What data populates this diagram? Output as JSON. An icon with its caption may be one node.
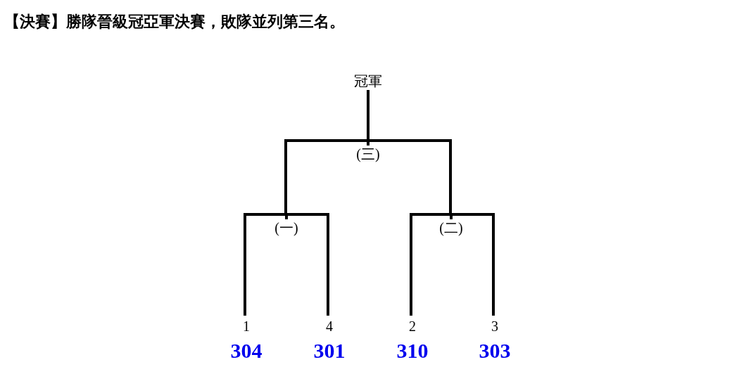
{
  "diagram": {
    "title": "【決賽】勝隊晉級冠亞軍決賽，敗隊並列第三名。",
    "nodes": [
      {
        "text": [
          "冠軍"
        ]
      },
      {
        "text": [
          "(三)"
        ]
      },
      {
        "text": [
          "(一)"
        ]
      },
      {
        "text": [
          "(二)"
        ]
      },
      {
        "text": [
          "1",
          "304"
        ]
      },
      {
        "text": [
          "4",
          "301"
        ]
      },
      {
        "text": [
          "2",
          "310"
        ]
      },
      {
        "text": [
          "3",
          "303"
        ]
      }
    ],
    "edges": [
      {
        "from": 4,
        "to": 2,
        "arrow": "none"
      },
      {
        "from": 5,
        "to": 2,
        "arrow": "none"
      },
      {
        "from": 6,
        "to": 3,
        "arrow": "none"
      },
      {
        "from": 7,
        "to": 3,
        "arrow": "none"
      },
      {
        "from": 2,
        "to": 1,
        "arrow": "none"
      },
      {
        "from": 3,
        "to": 1,
        "arrow": "none"
      },
      {
        "from": 1,
        "to": 0,
        "arrow": "none"
      }
    ]
  }
}
